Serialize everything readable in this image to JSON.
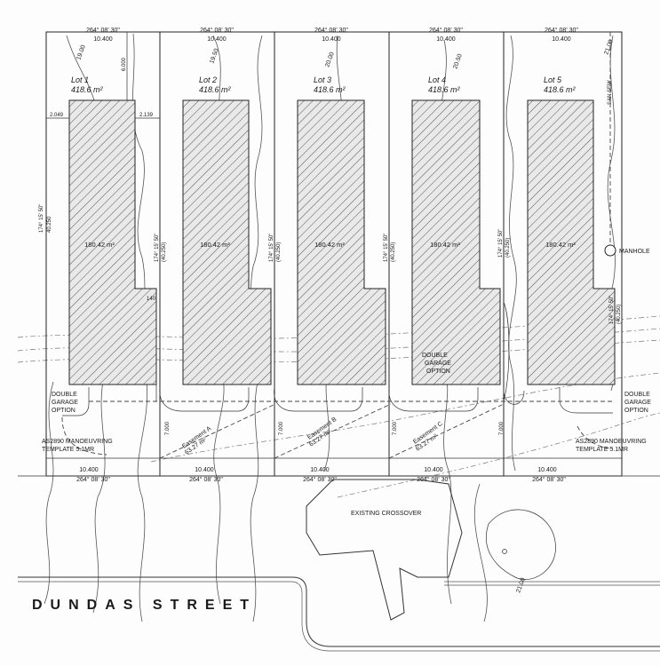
{
  "lots": [
    {
      "id": "lot1",
      "name": "Lot 1",
      "area": "418.6 m²",
      "house_area": "180.42 m²",
      "bearing_top": "264° 08' 30\"",
      "width_top": "10.400",
      "bearing_bottom": "264° 08' 30\"",
      "width_bottom": "10.400",
      "contour": "19.00",
      "side_bearing": "174° 15' 50\"",
      "side_length": "40.250"
    },
    {
      "id": "lot2",
      "name": "Lot 2",
      "area": "418.6 m²",
      "house_area": "180.42 m²",
      "bearing_top": "264° 08' 30\"",
      "width_top": "10.400",
      "bearing_bottom": "264° 08' 30\"",
      "width_bottom": "10.400",
      "contour": "19.50",
      "side_bearing": "174° 15' 50\"",
      "side_length": "(40.250)"
    },
    {
      "id": "lot3",
      "name": "Lot 3",
      "area": "418.6 m²",
      "house_area": "180.42 m²",
      "bearing_top": "264° 08' 30\"",
      "width_top": "10.400",
      "bearing_bottom": "264° 08' 30\"",
      "width_bottom": "10.400",
      "contour": "20.00",
      "side_bearing": "174° 15' 50\"",
      "side_length": "(40.250)"
    },
    {
      "id": "lot4",
      "name": "Lot 4",
      "area": "418.6 m²",
      "house_area": "180.42 m²",
      "bearing_top": "264° 08' 30\"",
      "width_top": "10.400",
      "bearing_bottom": "264° 08' 30\"",
      "width_bottom": "10.400",
      "contour": "20.50",
      "side_bearing": "174° 15' 50\"",
      "side_length": "(40.250)"
    },
    {
      "id": "lot5",
      "name": "Lot 5",
      "area": "418.6 m²",
      "house_area": "180.42 m²",
      "bearing_top": "264° 08' 30\"",
      "width_top": "10.400",
      "bearing_bottom": "264° 08' 30\"",
      "width_bottom": "10.400",
      "contour": "21.00",
      "side_bearing": "174° 15' 50\"",
      "side_length": "(40.250)"
    }
  ],
  "lot4_side": {
    "bearing": "174° 15' 50\"",
    "length": "(40.250)"
  },
  "right_side": {
    "bearing": "174° 15' 50\"",
    "length": "(40.250)"
  },
  "setbacks": {
    "left": "2.049",
    "right": "2.139",
    "top": "6.000",
    "small": "140"
  },
  "easements": [
    {
      "name": "Easement A",
      "area": "63.27 m²",
      "width": "7.000"
    },
    {
      "name": "Easement B",
      "area": "63.27 m²",
      "width": "7.000"
    },
    {
      "name": "Easement C",
      "area": "63.27 m²",
      "width": "7.000"
    }
  ],
  "easement_c_width": "7.000",
  "lot5_drive_width": "7.000",
  "labels": {
    "double_garage": [
      "DOUBLE",
      "GARAGE",
      "OPTION"
    ],
    "manoeuvring": [
      "AS2890 MANOEUVRING",
      "TEMPLATE 5.1MR"
    ],
    "existing_crossover": "EXISTING CROSSOVER",
    "street": "DUNDAS STREET",
    "manhole": "MANHOLE",
    "san_sew": "SAN SEW",
    "bottom_contour": "21.00"
  }
}
